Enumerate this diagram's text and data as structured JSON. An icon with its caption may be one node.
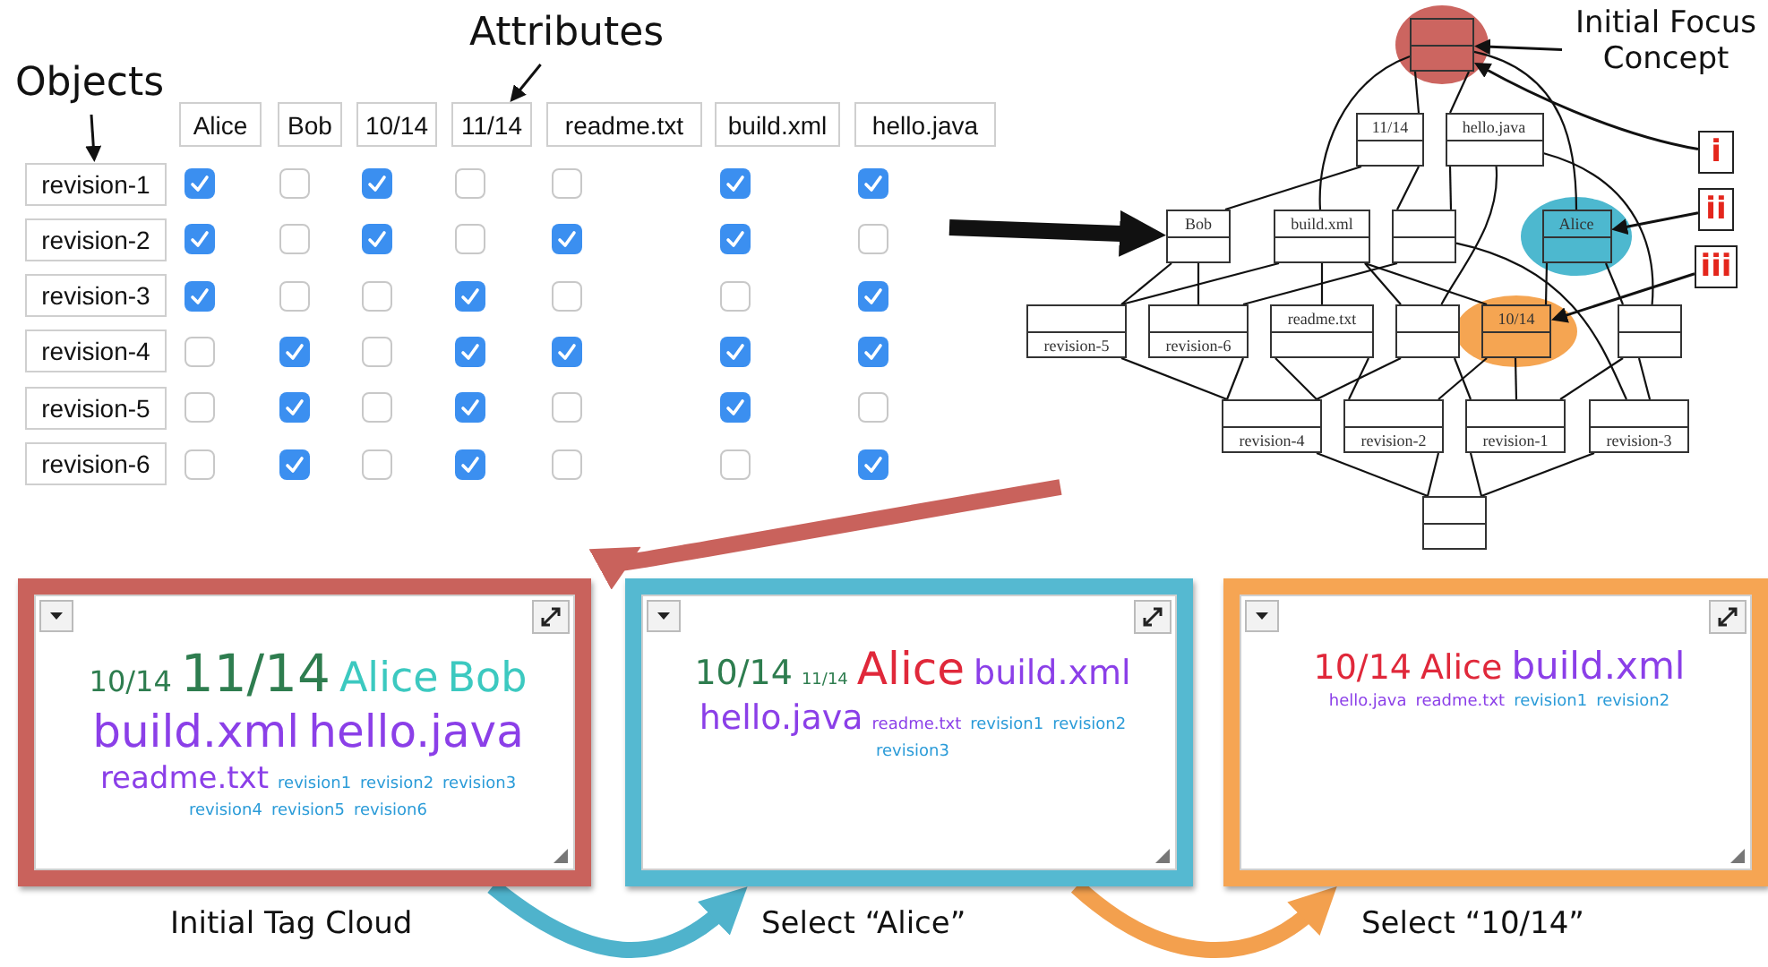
{
  "diagram": {
    "nodes": [
      {
        "text": [
          "Attributes"
        ]
      },
      {
        "text": [
          "Objects"
        ]
      },
      {
        "text": [
          "Alice"
        ]
      },
      {
        "text": [
          "Bob"
        ]
      },
      {
        "text": [
          "10/14"
        ]
      },
      {
        "text": [
          "11/14"
        ]
      },
      {
        "text": [
          "readme.txt"
        ]
      },
      {
        "text": [
          "build.xml"
        ]
      },
      {
        "text": [
          "hello.java"
        ]
      },
      {
        "text": [
          "revision-1"
        ]
      },
      {
        "text": [],
        "shape": "tick"
      },
      {
        "text": [],
        "shape": "box"
      },
      {
        "text": [],
        "shape": "tick"
      },
      {
        "text": [],
        "shape": "box"
      },
      {
        "text": [],
        "shape": "box"
      },
      {
        "text": [],
        "shape": "tick"
      },
      {
        "text": [],
        "shape": "tick"
      },
      {
        "text": [
          "revision-2"
        ]
      },
      {
        "text": [],
        "shape": "tick"
      },
      {
        "text": [],
        "shape": "box"
      },
      {
        "text": [],
        "shape": "tick"
      },
      {
        "text": [],
        "shape": "box"
      },
      {
        "text": [],
        "shape": "tick"
      },
      {
        "text": [],
        "shape": "tick"
      },
      {
        "text": [],
        "shape": "box"
      },
      {
        "text": [
          "revision-3"
        ]
      },
      {
        "text": [],
        "shape": "tick"
      },
      {
        "text": [],
        "shape": "box"
      },
      {
        "text": [],
        "shape": "box"
      },
      {
        "text": [],
        "shape": "tick"
      },
      {
        "text": [],
        "shape": "box"
      },
      {
        "text": [],
        "shape": "box"
      },
      {
        "text": [],
        "shape": "tick"
      },
      {
        "text": [
          "revision-4"
        ]
      },
      {
        "text": [],
        "shape": "box"
      },
      {
        "text": [],
        "shape": "tick"
      },
      {
        "text": [],
        "shape": "box"
      },
      {
        "text": [],
        "shape": "tick"
      },
      {
        "text": [],
        "shape": "tick"
      },
      {
        "text": [],
        "shape": "tick"
      },
      {
        "text": [],
        "shape": "tick"
      },
      {
        "text": [
          "revision-5"
        ]
      },
      {
        "text": [],
        "shape": "box"
      },
      {
        "text": [],
        "shape": "tick"
      },
      {
        "text": [],
        "shape": "box"
      },
      {
        "text": [],
        "shape": "tick"
      },
      {
        "text": [],
        "shape": "box"
      },
      {
        "text": [],
        "shape": "tick"
      },
      {
        "text": [],
        "shape": "box"
      },
      {
        "text": [
          "revision-6"
        ]
      },
      {
        "text": [],
        "shape": "box"
      },
      {
        "text": [],
        "shape": "tick"
      },
      {
        "text": [],
        "shape": "box"
      },
      {
        "text": [],
        "shape": "tick"
      },
      {
        "text": [],
        "shape": "box"
      },
      {
        "text": [],
        "shape": "box"
      },
      {
        "text": [],
        "shape": "tick"
      },
      {
        "text": [],
        "shape": "box"
      },
      {
        "text": [
          "Initial Focus Concept"
        ]
      },
      {
        "text": [
          "11/14"
        ]
      },
      {
        "text": [
          "hello.java"
        ]
      },
      {
        "text": [
          "i"
        ]
      },
      {
        "text": [
          "Bob"
        ]
      },
      {
        "text": [
          "build.xml"
        ]
      },
      {
        "text": [],
        "shape": "box"
      },
      {
        "text": [
          "Alice"
        ]
      },
      {
        "text": [
          "ii"
        ]
      },
      {
        "text": [
          "iii"
        ]
      },
      {
        "text": [
          "revision-5"
        ]
      },
      {
        "text": [
          "revision-6"
        ]
      },
      {
        "text": [
          "readme.txt"
        ]
      },
      {
        "text": [],
        "shape": "box"
      },
      {
        "text": [
          "10/14"
        ]
      },
      {
        "text": [],
        "shape": "box"
      },
      {
        "text": [
          "revision-4"
        ]
      },
      {
        "text": [
          "revision-2"
        ]
      },
      {
        "text": [
          "revision-1"
        ]
      },
      {
        "text": [
          "revision-3"
        ]
      },
      {
        "text": [],
        "shape": "box"
      },
      {
        "text": [
          "10/14",
          "11/14",
          "Alice",
          "Bob",
          "build.xml",
          "hello.java",
          "readme.txt",
          "revision1",
          "revision2",
          "revision3",
          "revision4",
          "revision5",
          "revision6"
        ],
        "beside": [
          "Initial Tag Cloud"
        ]
      },
      {
        "text": [
          "10/14",
          "11/14",
          "Alice",
          "build.xml",
          "hello.java",
          "readme.txt",
          "revision1",
          "revision2",
          "revision3"
        ],
        "beside": [
          "Select “Alice”"
        ]
      },
      {
        "text": [
          "10/14",
          "Alice",
          "build.xml",
          "hello.java",
          "readme.txt",
          "revision1",
          "revision2"
        ],
        "beside": [
          "Select “10/14”"
        ]
      }
    ],
    "edges": [
      {
        "from": 57,
        "to": 59,
        "arrow": "none"
      },
      {
        "from": 57,
        "to": 60,
        "arrow": "none"
      },
      {
        "from": 57,
        "to": 63,
        "arrow": "none"
      },
      {
        "from": 57,
        "to": 65,
        "arrow": "none"
      },
      {
        "from": 59,
        "to": 62,
        "arrow": "none"
      },
      {
        "from": 59,
        "to": 64,
        "arrow": "none"
      },
      {
        "from": 60,
        "to": 64,
        "arrow": "none"
      },
      {
        "from": 60,
        "to": 71,
        "arrow": "none"
      },
      {
        "from": 60,
        "to": 73,
        "arrow": "none"
      },
      {
        "from": 63,
        "to": 68,
        "arrow": "none"
      },
      {
        "from": 63,
        "to": 70,
        "arrow": "none"
      },
      {
        "from": 63,
        "to": 71,
        "arrow": "none"
      },
      {
        "from": 63,
        "to": 72,
        "arrow": "none"
      },
      {
        "from": 65,
        "to": 72,
        "arrow": "none"
      },
      {
        "from": 65,
        "to": 73,
        "arrow": "none"
      },
      {
        "from": 62,
        "to": 68,
        "arrow": "none"
      },
      {
        "from": 62,
        "to": 69,
        "arrow": "none"
      },
      {
        "from": 64,
        "to": 69,
        "arrow": "none"
      },
      {
        "from": 64,
        "to": 77,
        "arrow": "none"
      },
      {
        "from": 68,
        "to": 74,
        "arrow": "none"
      },
      {
        "from": 69,
        "to": 74,
        "arrow": "none"
      },
      {
        "from": 70,
        "to": 74,
        "arrow": "none"
      },
      {
        "from": 70,
        "to": 75,
        "arrow": "none"
      },
      {
        "from": 71,
        "to": 74,
        "arrow": "none"
      },
      {
        "from": 71,
        "to": 76,
        "arrow": "none"
      },
      {
        "from": 72,
        "to": 75,
        "arrow": "none"
      },
      {
        "from": 72,
        "to": 76,
        "arrow": "none"
      },
      {
        "from": 73,
        "to": 76,
        "arrow": "none"
      },
      {
        "from": 73,
        "to": 77,
        "arrow": "none"
      },
      {
        "from": 74,
        "to": 78,
        "arrow": "none"
      },
      {
        "from": 75,
        "to": 78,
        "arrow": "none"
      },
      {
        "from": 76,
        "to": 78,
        "arrow": "none"
      },
      {
        "from": 77,
        "to": 78,
        "arrow": "none"
      },
      {
        "from": 0,
        "to": 5,
        "arrow": "to"
      },
      {
        "from": 1,
        "to": 9,
        "arrow": "to"
      },
      {
        "from": 58,
        "to": 57,
        "arrow": "to"
      },
      {
        "from": 61,
        "to": 57,
        "arrow": "to"
      },
      {
        "from": 66,
        "to": 65,
        "arrow": "to"
      },
      {
        "from": 67,
        "to": 72,
        "arrow": "to"
      },
      {
        "from": null,
        "to": 62,
        "arrow": "to",
        "style": "thick"
      },
      {
        "from": null,
        "to": 79,
        "arrow": "to",
        "style": "thick",
        "color": "#c9625c"
      },
      {
        "from": 79,
        "to": 80,
        "arrow": "to",
        "style": "thick",
        "color": "#4fb3cc"
      },
      {
        "from": 80,
        "to": 81,
        "arrow": "to",
        "style": "thick",
        "color": "#f3a04e"
      }
    ]
  }
}
